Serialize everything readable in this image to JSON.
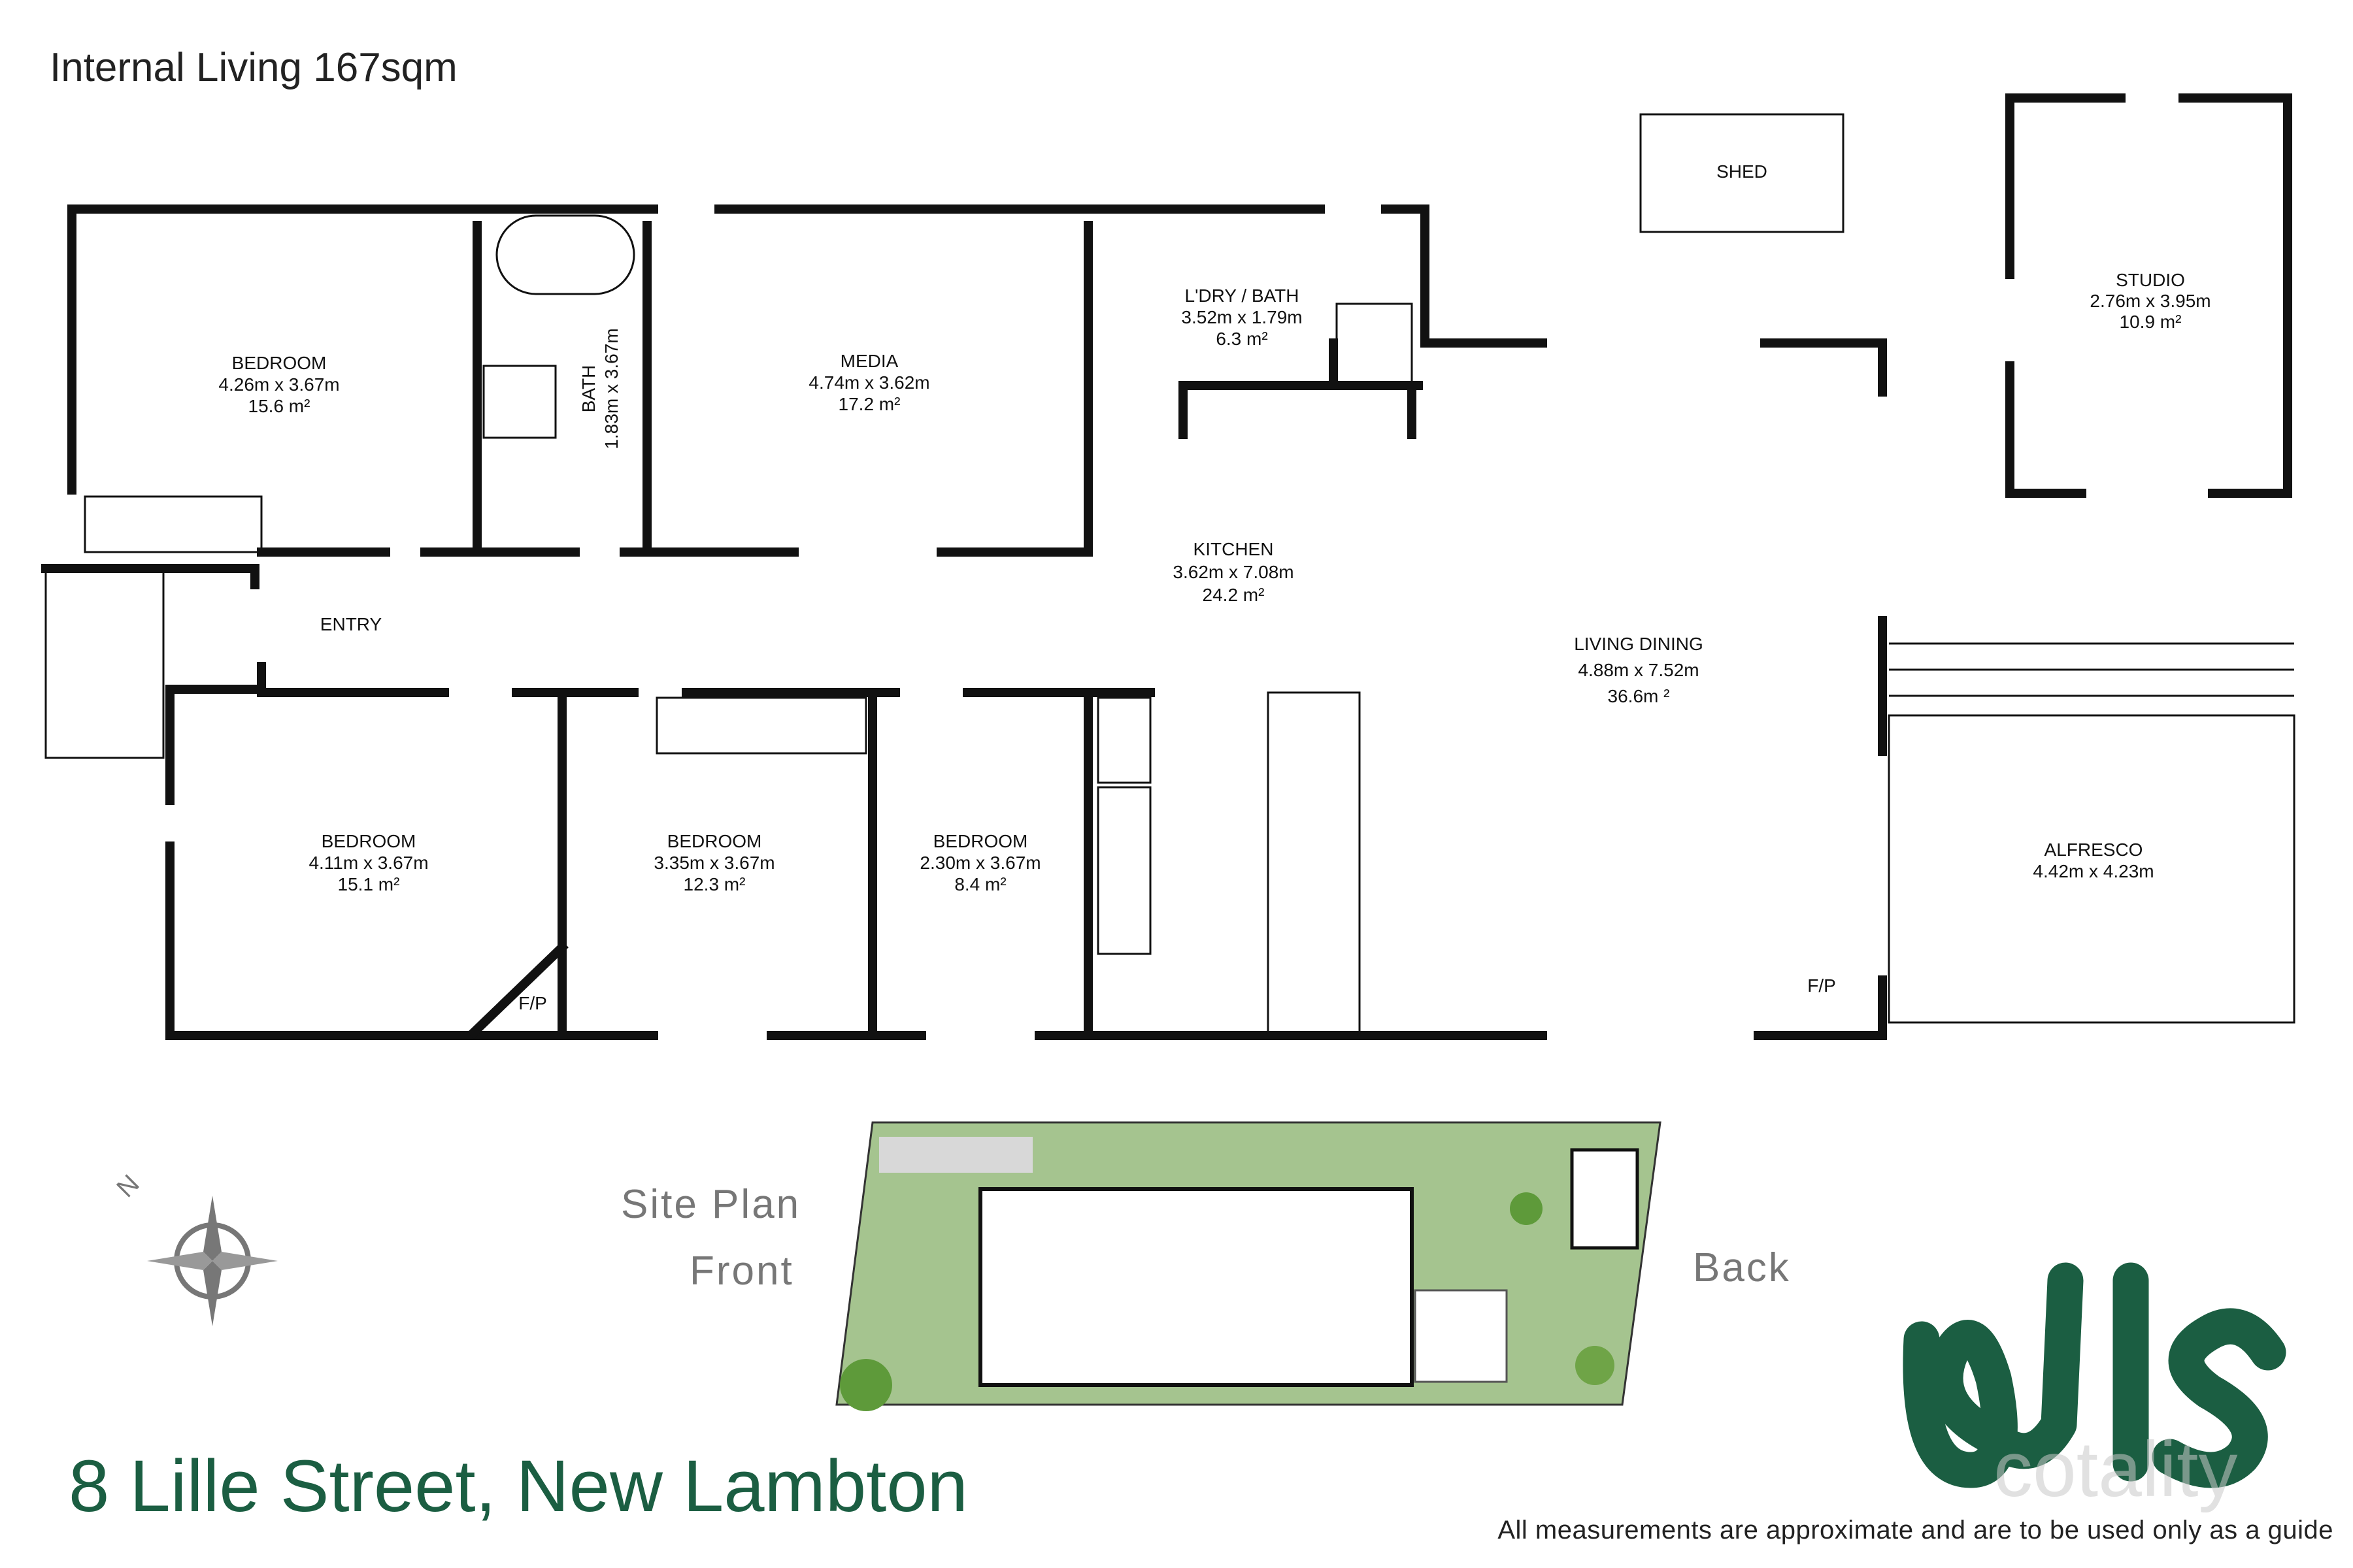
{
  "header": {
    "internal_living": "Internal Living 167sqm"
  },
  "address": "8 Lille Street, New Lambton",
  "disclaimer": "All measurements are approximate and are to be used only as a guide",
  "site_plan": {
    "title": "Site Plan",
    "front": "Front",
    "back": "Back"
  },
  "watermark": "cotality",
  "rooms": {
    "bed1": {
      "name": "BEDROOM",
      "dims": "4.26m x 3.67m",
      "area": "15.6 m²"
    },
    "bath": {
      "name": "BATH",
      "dims": "1.83m x 3.67m"
    },
    "media": {
      "name": "MEDIA",
      "dims": "4.74m x 3.62m",
      "area": "17.2 m²"
    },
    "ldry": {
      "name": "L'DRY / BATH",
      "dims": "3.52m x 1.79m",
      "area": "6.3 m²"
    },
    "shed": {
      "name": "SHED"
    },
    "studio": {
      "name": "STUDIO",
      "dims": "2.76m x 3.95m",
      "area": "10.9 m²"
    },
    "kitchen": {
      "name": "KITCHEN",
      "dims": "3.62m x 7.08m",
      "area": "24.2 m²"
    },
    "living": {
      "name": "LIVING DINING",
      "dims": "4.88m x 7.52m",
      "area": "36.6m ²"
    },
    "entry": {
      "name": "ENTRY"
    },
    "bed2": {
      "name": "BEDROOM",
      "dims": "4.11m x 3.67m",
      "area": "15.1 m²"
    },
    "bed3": {
      "name": "BEDROOM",
      "dims": "3.35m x 3.67m",
      "area": "12.3 m²"
    },
    "bed4": {
      "name": "BEDROOM",
      "dims": "2.30m x 3.67m",
      "area": "8.4 m²"
    },
    "alfresco": {
      "name": "ALFRESCO",
      "dims": "4.42m x 4.23m"
    },
    "fp1": {
      "name": "F/P"
    },
    "fp2": {
      "name": "F/P"
    }
  },
  "colors": {
    "brand_green": "#1b5e42",
    "wall": "#111111",
    "lawn": "#a5c48f"
  },
  "icons": {
    "compass": "compass-rose-icon",
    "logo": "wls-logo"
  }
}
